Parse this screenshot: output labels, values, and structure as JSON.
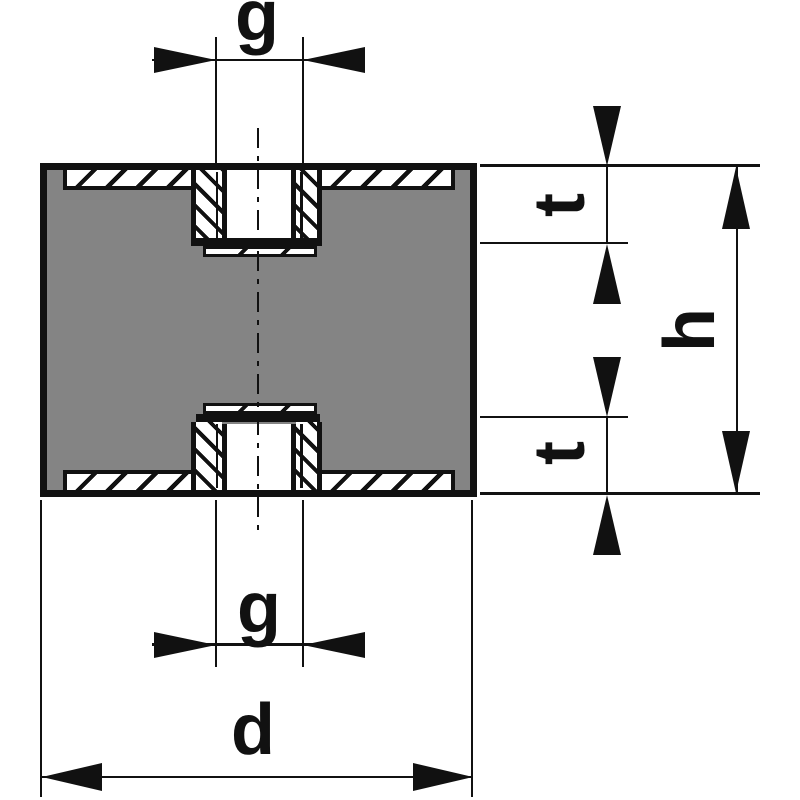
{
  "drawing": {
    "description_labels": {
      "g_top": "g",
      "g_bottom": "g",
      "t_top": "t",
      "t_bottom": "t",
      "h": "h",
      "d": "d"
    },
    "colors": {
      "background": "#ffffff",
      "line": "#111111",
      "rubber_fill": "#848484",
      "metal_section_fill": "#ffffff"
    }
  }
}
